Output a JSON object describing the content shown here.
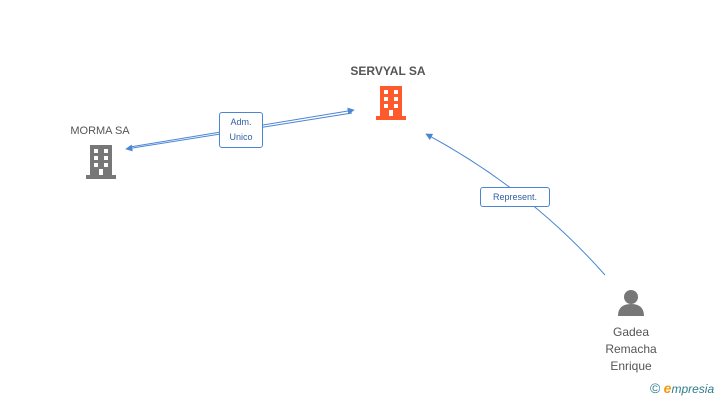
{
  "nodes": {
    "main_company": {
      "name": "SERVYAL SA",
      "color": "#ff5a2b"
    },
    "other_company": {
      "name": "MORMA SA",
      "color": "#777777"
    },
    "person": {
      "name_lines": [
        "Gadea",
        "Remacha",
        "Enrique"
      ],
      "color": "#777777"
    }
  },
  "edges": {
    "administrator": {
      "label_lines": [
        "Adm.",
        "Unico"
      ],
      "color": "#4a86d4"
    },
    "representative": {
      "label": "Represent.",
      "color": "#4a86d4"
    }
  },
  "brand": {
    "copyright": "©",
    "e_letter": "e",
    "rest": "mpresia"
  }
}
